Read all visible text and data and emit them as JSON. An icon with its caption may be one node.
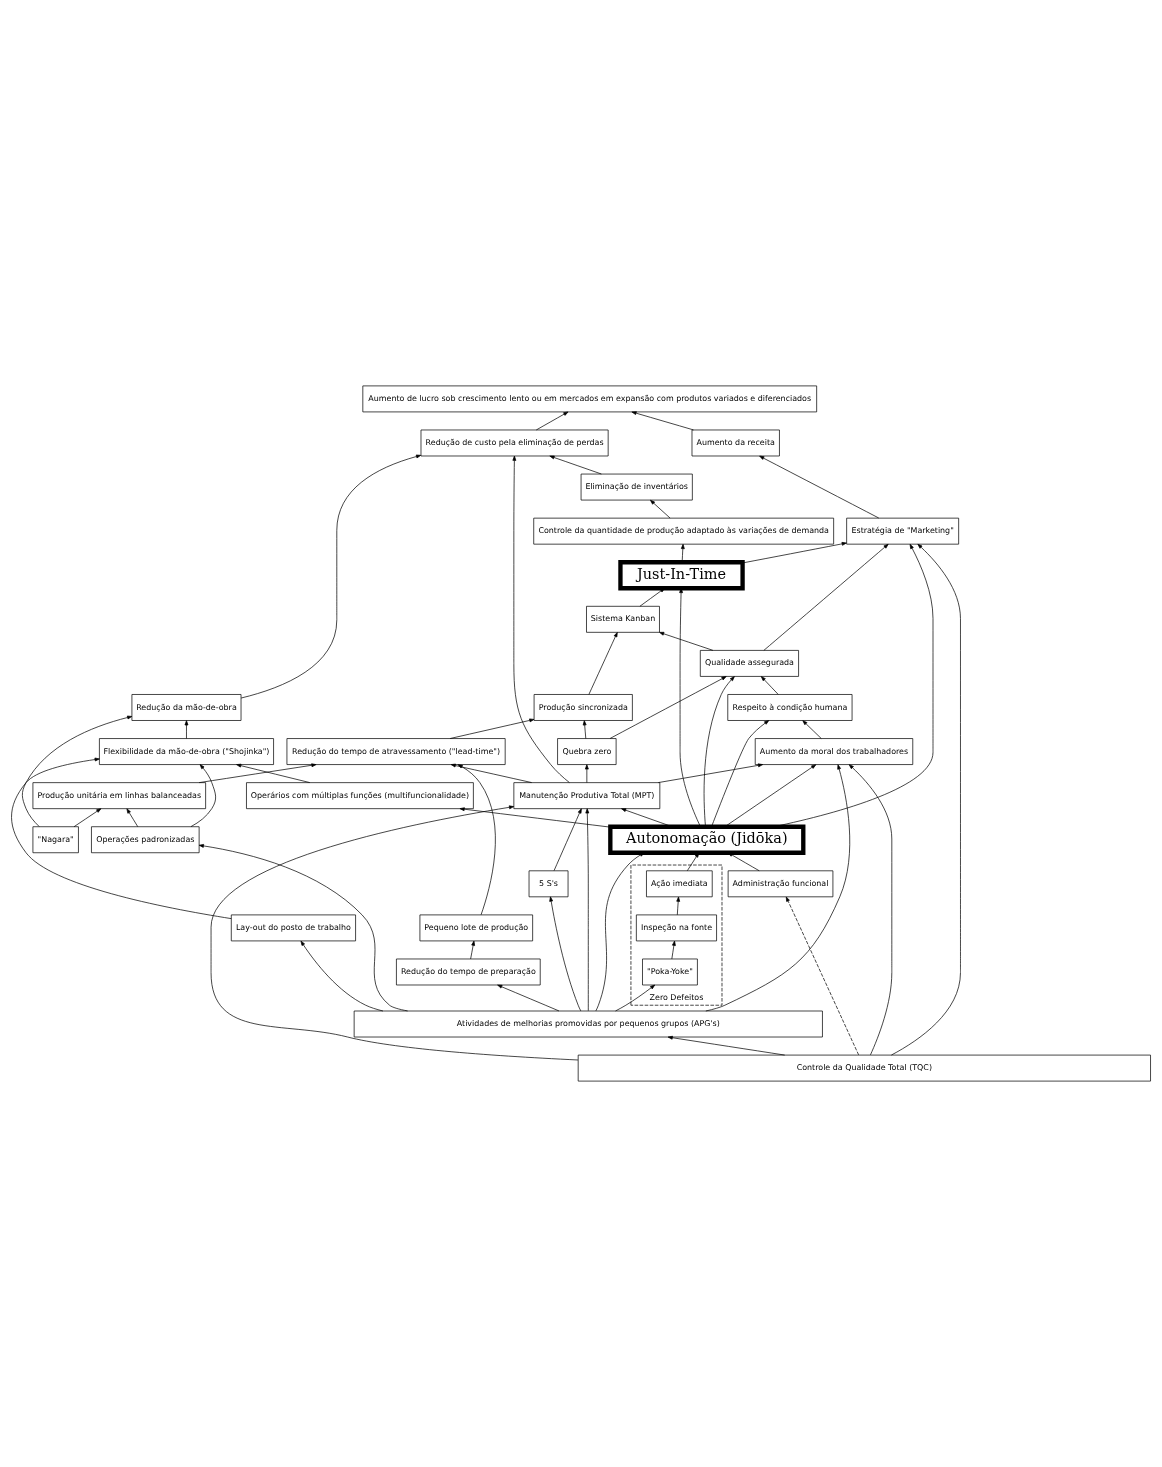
{
  "diagram": {
    "nodes": [
      {
        "text": [
          "Aumento da receita"
        ]
      },
      {
        "text": [
          "Aumento de lucro sob crescimento lento ou em mercados em expansão com produtos variados e diferenciados"
        ]
      },
      {
        "text": [
          "Redução de custo pela eliminação de perdas"
        ]
      },
      {
        "text": [
          "Redução da mão-de-obra"
        ]
      },
      {
        "text": [
          "Eliminação de inventários"
        ]
      },
      {
        "text": [
          "Estratégia de \"Marketing\""
        ]
      },
      {
        "text": [
          "Controle da quantidade de produção adaptado às variações de demanda"
        ]
      },
      {
        "text": [
          "Just-In-Time"
        ]
      },
      {
        "text": [
          "Sistema Kanban"
        ]
      },
      {
        "text": [
          "Qualidade assegurada"
        ]
      },
      {
        "text": [
          "Produção sincronizada"
        ]
      },
      {
        "text": [
          "Respeito à condição humana"
        ]
      },
      {
        "text": [
          "Redução do tempo de atravessamento (\"lead-time\")"
        ]
      },
      {
        "text": [
          "Quebra zero"
        ]
      },
      {
        "text": [
          "Aumento da moral dos trabalhadores"
        ]
      },
      {
        "text": [
          "Produção unitária em linhas balanceadas"
        ]
      },
      {
        "text": [
          "Pequeno lote de produção"
        ]
      },
      {
        "text": [
          "Manutenção Produtiva Total (MPT)"
        ]
      },
      {
        "text": [
          "Flexibilidade da mão-de-obra (\"Shojinka\")"
        ]
      },
      {
        "text": [
          "\"Nagara\""
        ]
      },
      {
        "text": [
          "Lay-out do posto de trabalho"
        ]
      },
      {
        "text": [
          "Operários com múltiplas funções (multifuncionalidade)"
        ]
      },
      {
        "text": [
          "Operações padronizadas"
        ]
      },
      {
        "text": [
          "Redução do tempo de preparação"
        ]
      },
      {
        "text": [
          "Autonomação (Jidōka)"
        ]
      },
      {
        "text": [
          "Administração funcional"
        ]
      },
      {
        "text": [
          "Zero Defeitos"
        ]
      },
      {
        "text": [
          "Ação imediata"
        ],
        "in": 26
      },
      {
        "text": [
          "Inspeção na fonte"
        ],
        "in": 26
      },
      {
        "text": [
          "\"Poka-Yoke\""
        ],
        "in": 26
      },
      {
        "text": [
          "5 S's"
        ]
      },
      {
        "text": [
          "Atividades de melhorias promovidas por pequenos grupos (APG's)"
        ]
      },
      {
        "text": [
          "Controle da Qualidade Total (TQC)"
        ]
      }
    ],
    "edges": [
      {
        "from": 0,
        "to": 1,
        "arrow": "to"
      },
      {
        "from": 2,
        "to": 1,
        "arrow": "to"
      },
      {
        "from": 3,
        "to": 2,
        "arrow": "to"
      },
      {
        "from": 4,
        "to": 2,
        "arrow": "to"
      },
      {
        "from": 17,
        "to": 2,
        "arrow": "to"
      },
      {
        "from": 5,
        "to": 0,
        "arrow": "to"
      },
      {
        "from": 6,
        "to": 4,
        "arrow": "to"
      },
      {
        "from": 7,
        "to": 6,
        "arrow": "to"
      },
      {
        "from": 7,
        "to": 5,
        "arrow": "to"
      },
      {
        "from": 9,
        "to": 5,
        "arrow": "to"
      },
      {
        "from": 24,
        "to": 5,
        "arrow": "to"
      },
      {
        "from": 32,
        "to": 5,
        "arrow": "to"
      },
      {
        "from": 8,
        "to": 7,
        "arrow": "to"
      },
      {
        "from": 24,
        "to": 7,
        "arrow": "to"
      },
      {
        "from": 10,
        "to": 8,
        "arrow": "to"
      },
      {
        "from": 9,
        "to": 8,
        "arrow": "to"
      },
      {
        "from": 12,
        "to": 10,
        "arrow": "to"
      },
      {
        "from": 13,
        "to": 10,
        "arrow": "to"
      },
      {
        "from": 11,
        "to": 9,
        "arrow": "to"
      },
      {
        "from": 24,
        "to": 9,
        "arrow": "to"
      },
      {
        "from": 13,
        "to": 9,
        "arrow": "to"
      },
      {
        "from": 14,
        "to": 11,
        "arrow": "to"
      },
      {
        "from": 24,
        "to": 11,
        "arrow": "to"
      },
      {
        "from": 32,
        "to": 14,
        "arrow": "to"
      },
      {
        "from": 31,
        "to": 14,
        "arrow": "to"
      },
      {
        "from": 24,
        "to": 14,
        "arrow": "to"
      },
      {
        "from": 17,
        "to": 14,
        "arrow": "to"
      },
      {
        "from": 15,
        "to": 12,
        "arrow": "to"
      },
      {
        "from": 16,
        "to": 12,
        "arrow": "to"
      },
      {
        "from": 17,
        "to": 12,
        "arrow": "to"
      },
      {
        "from": 17,
        "to": 13,
        "arrow": "to"
      },
      {
        "from": 18,
        "to": 3,
        "arrow": "to"
      },
      {
        "from": 19,
        "to": 3,
        "arrow": "to"
      },
      {
        "from": 20,
        "to": 18,
        "arrow": "to"
      },
      {
        "from": 21,
        "to": 18,
        "arrow": "to"
      },
      {
        "from": 22,
        "to": 18,
        "arrow": "to"
      },
      {
        "from": 19,
        "to": 15,
        "arrow": "to"
      },
      {
        "from": 22,
        "to": 15,
        "arrow": "to"
      },
      {
        "from": 23,
        "to": 16,
        "arrow": "to"
      },
      {
        "from": 24,
        "to": 21,
        "arrow": "to"
      },
      {
        "from": 24,
        "to": 17,
        "arrow": "to"
      },
      {
        "from": 25,
        "to": 24,
        "arrow": "to"
      },
      {
        "from": 31,
        "to": 24,
        "arrow": "to"
      },
      {
        "from": 27,
        "to": 24,
        "arrow": "to"
      },
      {
        "from": 28,
        "to": 27,
        "arrow": "to"
      },
      {
        "from": 29,
        "to": 28,
        "arrow": "to"
      },
      {
        "from": 31,
        "to": 29,
        "arrow": "to"
      },
      {
        "from": 31,
        "to": 20,
        "arrow": "to"
      },
      {
        "from": 31,
        "to": 22,
        "arrow": "to"
      },
      {
        "from": 31,
        "to": 23,
        "arrow": "to"
      },
      {
        "from": 31,
        "to": 30,
        "arrow": "to"
      },
      {
        "from": 30,
        "to": 17,
        "arrow": "to"
      },
      {
        "from": 31,
        "to": 17,
        "arrow": "to"
      },
      {
        "from": 32,
        "to": 17,
        "arrow": "to"
      },
      {
        "from": 32,
        "to": 31,
        "arrow": "to"
      },
      {
        "from": 32,
        "to": 25,
        "arrow": "to",
        "style": "dashed"
      }
    ]
  }
}
